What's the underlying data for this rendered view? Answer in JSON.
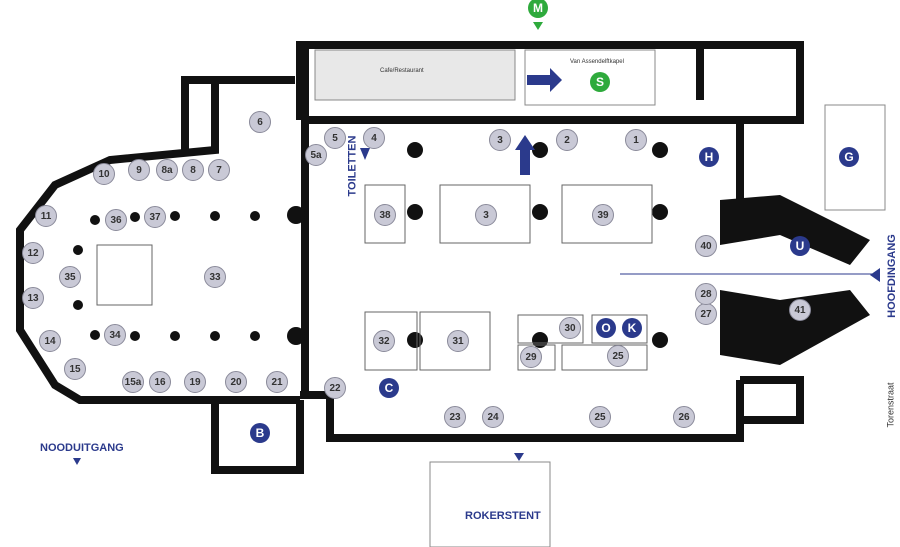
{
  "labels": {
    "toiletten": "TOILETTEN",
    "hoofdingang": "HOOFDINGANG",
    "nooduitgang": "NOODUITGANG",
    "rokerstent": "ROKERSTENT",
    "torenstraat": "Torenstraat",
    "cafe": "Cafe/Restaurant",
    "kapel": "Van Assendelftkapel"
  },
  "markers": [
    "1",
    "2",
    "3",
    "4",
    "5",
    "5a",
    "6",
    "7",
    "8",
    "8a",
    "9",
    "10",
    "11",
    "12",
    "13",
    "14",
    "15",
    "15a",
    "16",
    "19",
    "20",
    "21",
    "22",
    "23",
    "24",
    "25",
    "26",
    "25",
    "27",
    "28",
    "29",
    "30",
    "31",
    "32",
    "33",
    "34",
    "35",
    "36",
    "37",
    "38",
    "3",
    "39",
    "40",
    "41"
  ],
  "facilities": [
    "H",
    "G",
    "U",
    "O",
    "K",
    "C",
    "B",
    "M",
    "S"
  ],
  "colors": {
    "facility": "#2b3a8c",
    "green": "#2eaa3c",
    "marker": "#c9c9d6"
  }
}
